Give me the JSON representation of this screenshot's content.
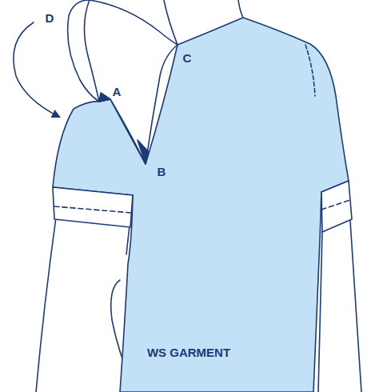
{
  "diagram": {
    "labels": [
      "D",
      "A",
      "C",
      "B",
      "WS GARMENT"
    ]
  }
}
